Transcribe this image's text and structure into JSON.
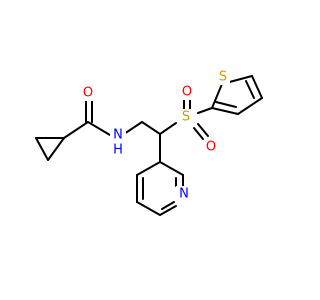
{
  "molecule": {
    "atoms": {
      "carbonyl_oxygen": {
        "symbol": "O",
        "color": "#ff0000"
      },
      "amide_nitrogen": {
        "symbol": "N",
        "color": "#0000ff"
      },
      "amide_hydrogen": {
        "symbol": "H",
        "color": "#0000ff"
      },
      "sulfonyl_sulfur": {
        "symbol": "S",
        "color": "#c8a000"
      },
      "sulfonyl_oxygen_top": {
        "symbol": "O",
        "color": "#ff0000"
      },
      "sulfonyl_oxygen_bottom": {
        "symbol": "O",
        "color": "#ff0000"
      },
      "thiophene_sulfur": {
        "symbol": "S",
        "color": "#c8a000"
      },
      "pyridine_nitrogen": {
        "symbol": "N",
        "color": "#0000ff"
      }
    },
    "colors": {
      "carbon_bond": "#000000",
      "oxygen": "#ff0000",
      "nitrogen": "#0000ff",
      "sulfur": "#c8a000"
    }
  }
}
